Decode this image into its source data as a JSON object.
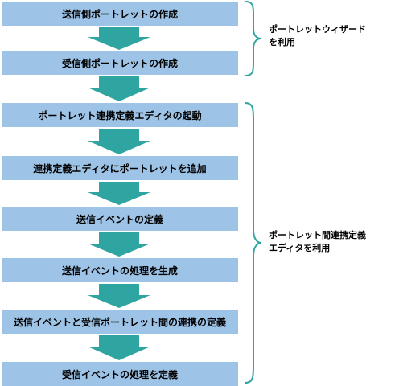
{
  "steps": [
    {
      "label": "送信側ポートレットの作成"
    },
    {
      "label": "受信側ポートレットの作成"
    },
    {
      "label": "ポートレット連携定義エディタの起動"
    },
    {
      "label": "連携定義エディタにポートレットを追加"
    },
    {
      "label": "送信イベントの定義"
    },
    {
      "label": "送信イベントの処理を生成"
    },
    {
      "label": "送信イベントと受信ポートレット間の連携の定義"
    },
    {
      "label": "受信イベントの処理を定義"
    }
  ],
  "groups": [
    {
      "note_line1": "ポートレットウィザード",
      "note_line2": "を利用"
    },
    {
      "note_line1": "ポートレット間連携定義",
      "note_line2": "エディタを利用"
    }
  ],
  "colors": {
    "box": "#9dc3e6",
    "arrow": "#2ea5a0",
    "brace": "#2ea5a0"
  }
}
